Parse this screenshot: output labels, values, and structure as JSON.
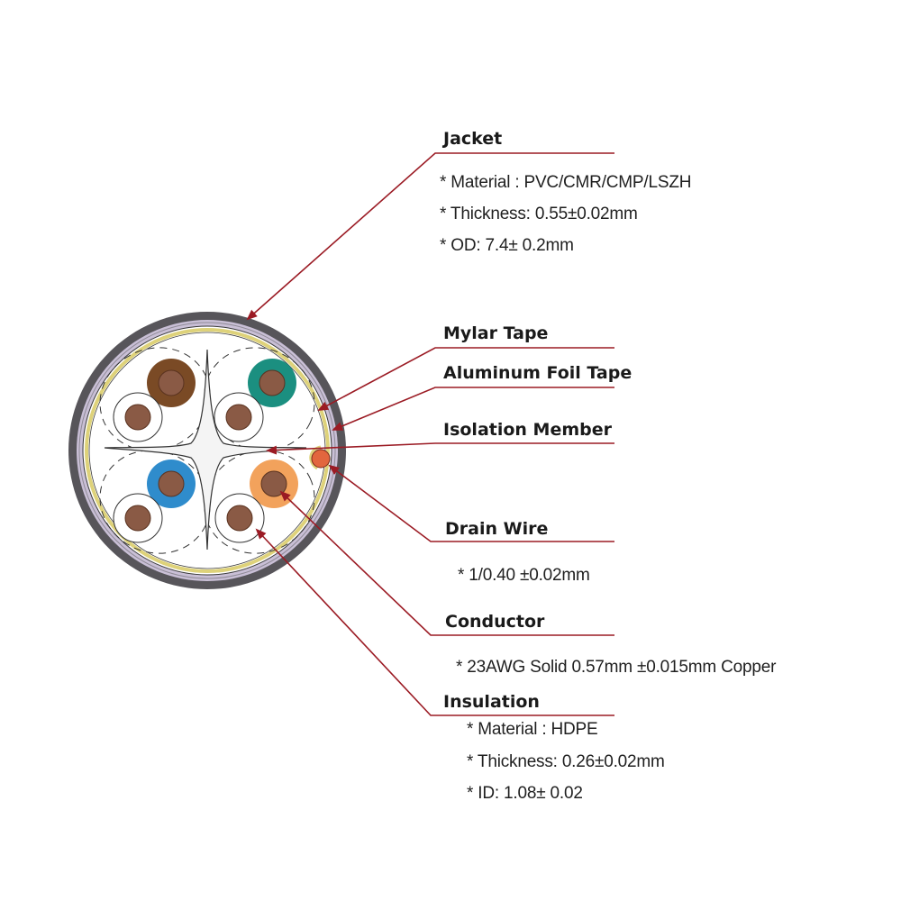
{
  "colors": {
    "leader_line": "#9b1b24",
    "jacket": "#57555a",
    "jacket_inner": "#c9bfd6",
    "foil": "#ded27a",
    "drain_wire": "#e2663e",
    "pair_brown": "#7a4a25",
    "pair_green": "#1b8f80",
    "pair_blue": "#2f8ccc",
    "pair_orange": "#f2a25c",
    "conductor": "#8a5a45"
  },
  "labels": {
    "jacket": {
      "title": "Jacket",
      "specs": [
        "* Material : PVC/CMR/CMP/LSZH",
        "* Thickness: 0.55±0.02mm",
        "* OD: 7.4± 0.2mm"
      ]
    },
    "mylar_tape": {
      "title": "Mylar Tape"
    },
    "aluminum_foil_tape": {
      "title": "Aluminum Foil Tape"
    },
    "isolation_member": {
      "title": "Isolation Member"
    },
    "drain_wire": {
      "title": "Drain Wire",
      "specs": [
        "* 1/0.40 ±0.02mm"
      ]
    },
    "conductor": {
      "title": "Conductor",
      "specs": [
        "* 23AWG  Solid 0.57mm ±0.015mm Copper"
      ]
    },
    "insulation": {
      "title": "Insulation",
      "specs": [
        "* Material : HDPE",
        "* Thickness: 0.26±0.02mm",
        "* ID: 1.08± 0.02"
      ]
    }
  }
}
